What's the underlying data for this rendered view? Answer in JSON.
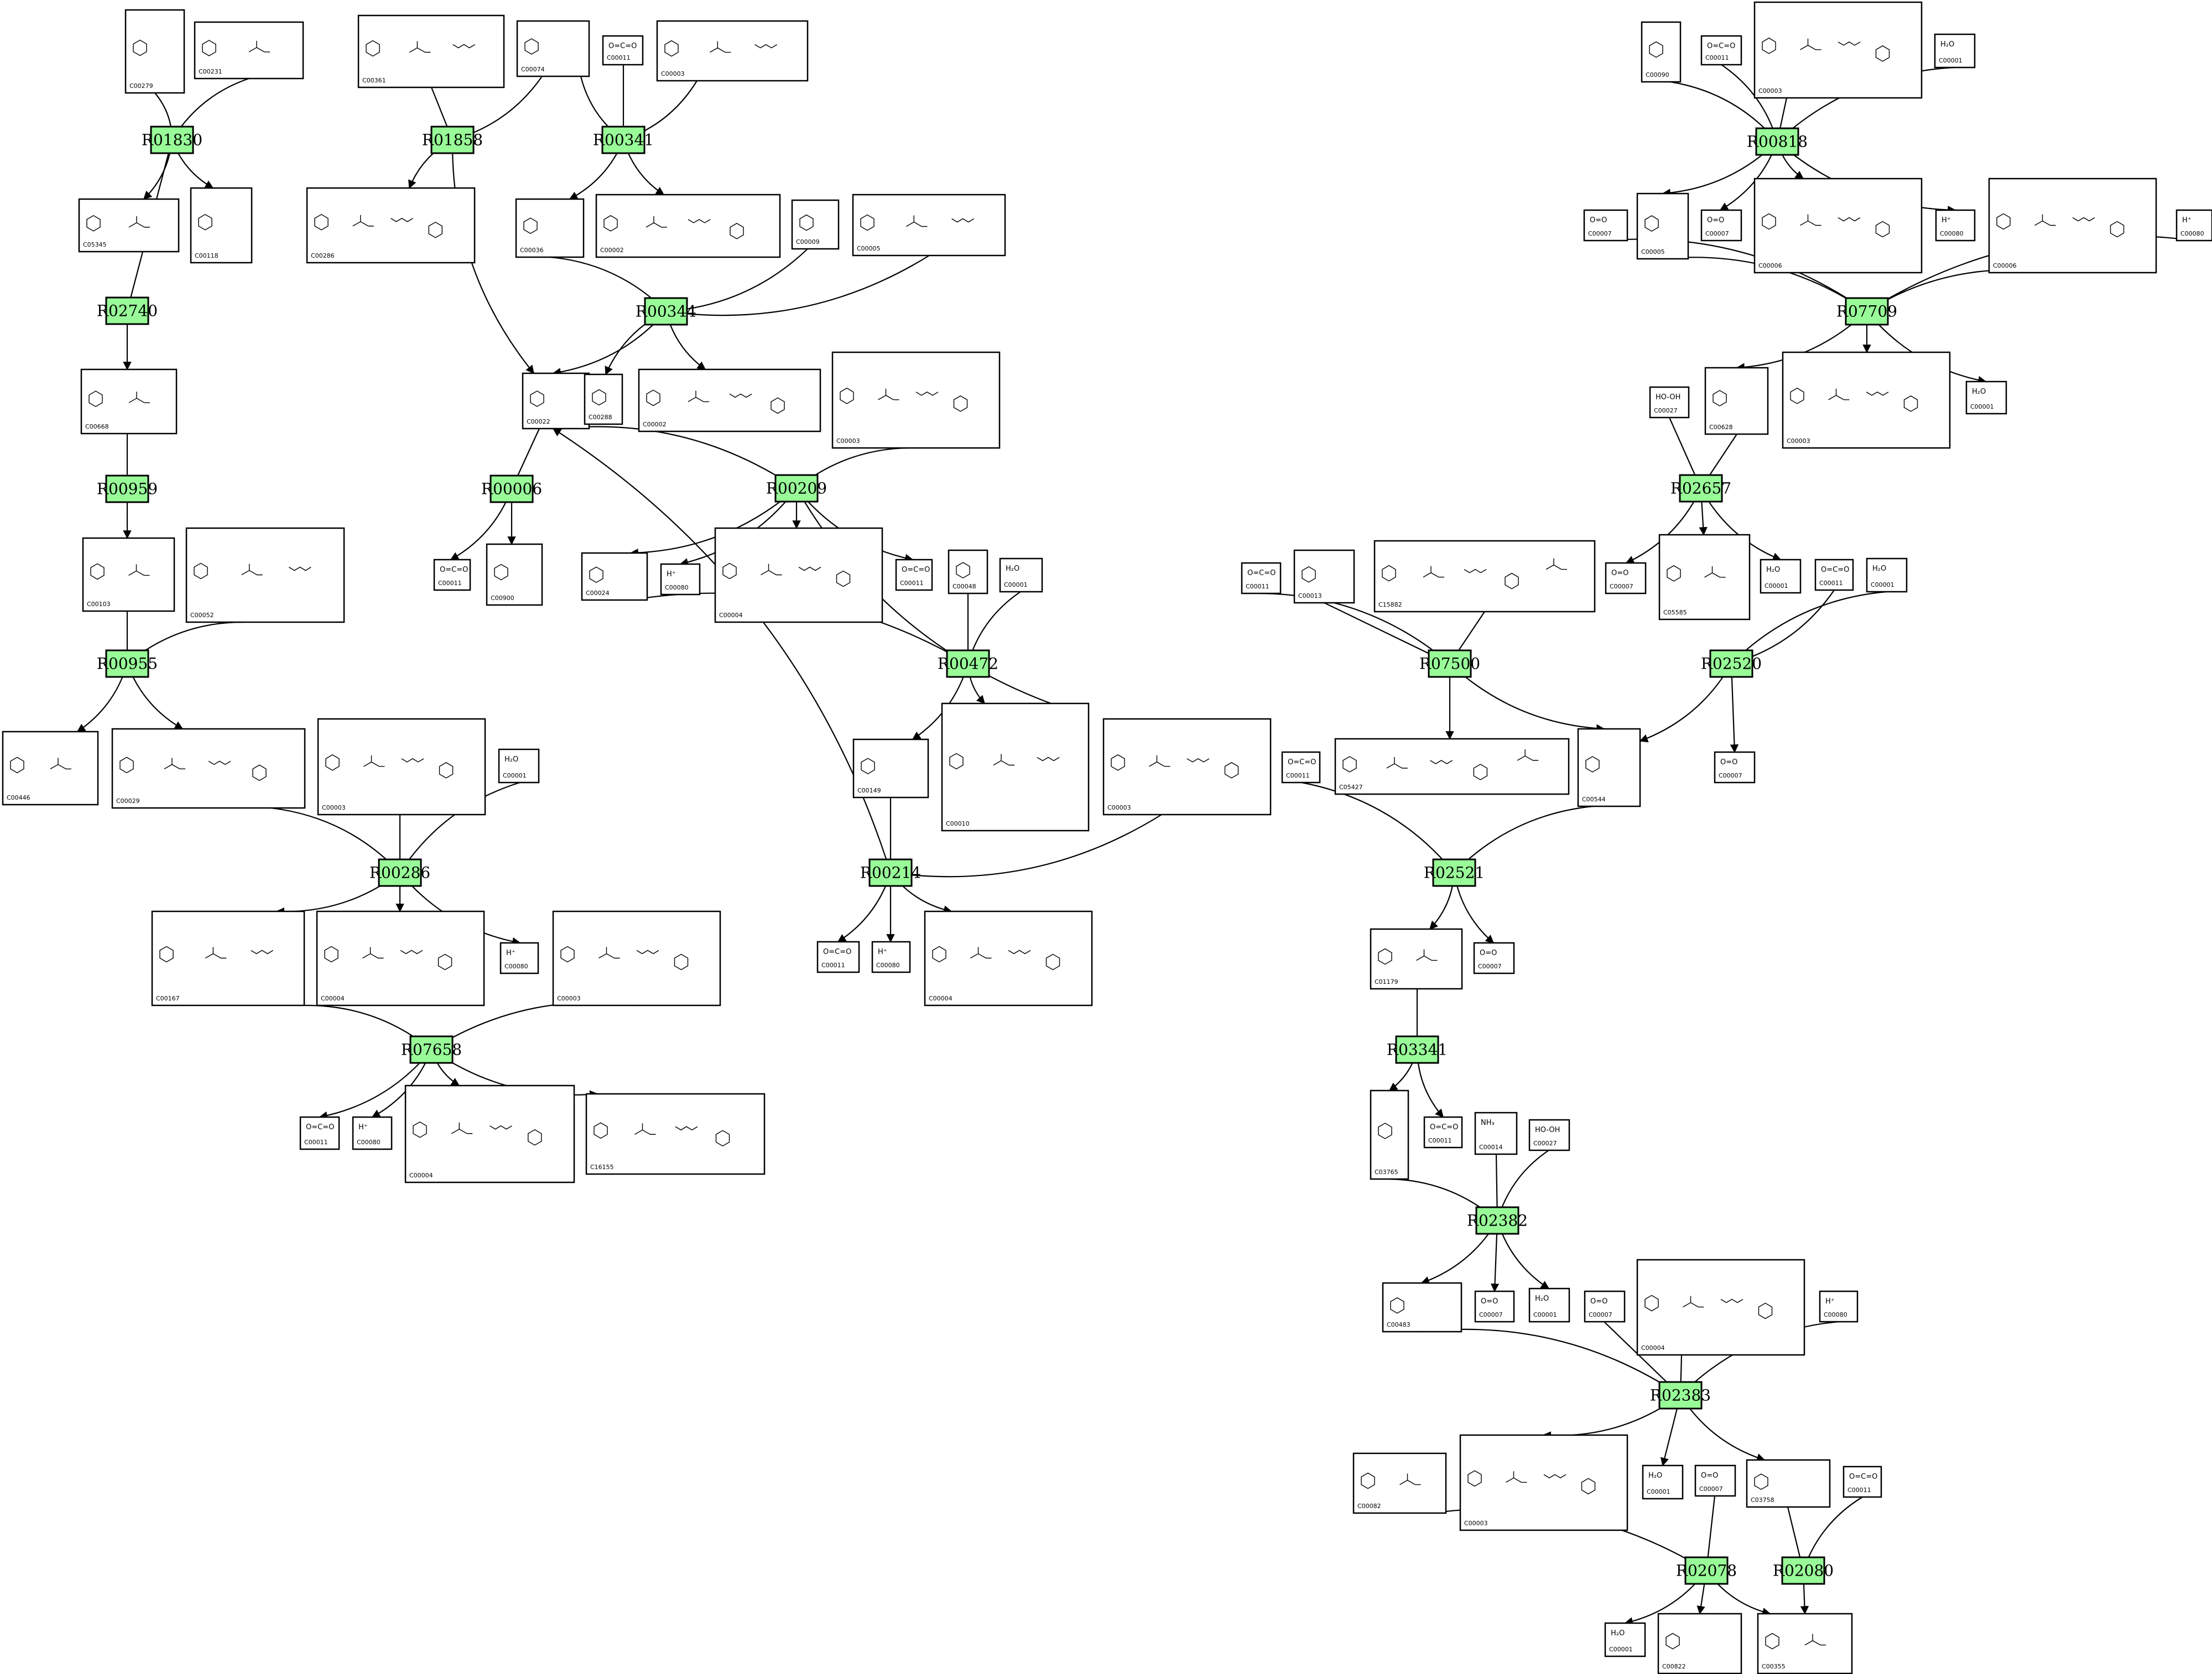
{
  "diagram": {
    "reactions": [
      "R01830",
      "R01858",
      "R00341",
      "R00818",
      "R02740",
      "R00344",
      "R07709",
      "R00959",
      "R00006",
      "R00209",
      "R02657",
      "R00955",
      "R00472",
      "R07500",
      "R02520",
      "R00286",
      "R00214",
      "R02521",
      "R07658",
      "R03341",
      "R02382",
      "R02383",
      "R02078",
      "R02080"
    ],
    "compounds": [
      "C00279",
      "C00231",
      "C00361",
      "C00074",
      "C00011",
      "C00003",
      "C00090",
      "C00001",
      "C05345",
      "C00118",
      "C00286",
      "C00036",
      "C00002",
      "C00009",
      "C00005",
      "C00006",
      "C00080",
      "C00007",
      "C00668",
      "C00022",
      "C00288",
      "C00628",
      "C00027",
      "C00103",
      "C00052",
      "C00900",
      "C00024",
      "C00048",
      "C00013",
      "C15882",
      "C05585",
      "C00446",
      "C00029",
      "C00149",
      "C00010",
      "C00544",
      "C05427",
      "C00167",
      "C00004",
      "C01179",
      "C16155",
      "C03765",
      "C00014",
      "C00483",
      "C00082",
      "C03758",
      "C00822",
      "C00355"
    ],
    "formulas": {
      "h2o": "H₂O",
      "o2": "O=O",
      "hplus": "H⁺",
      "h2o2": "HO-OH",
      "nh3": "NH₃",
      "co2": "O=C=O"
    }
  }
}
